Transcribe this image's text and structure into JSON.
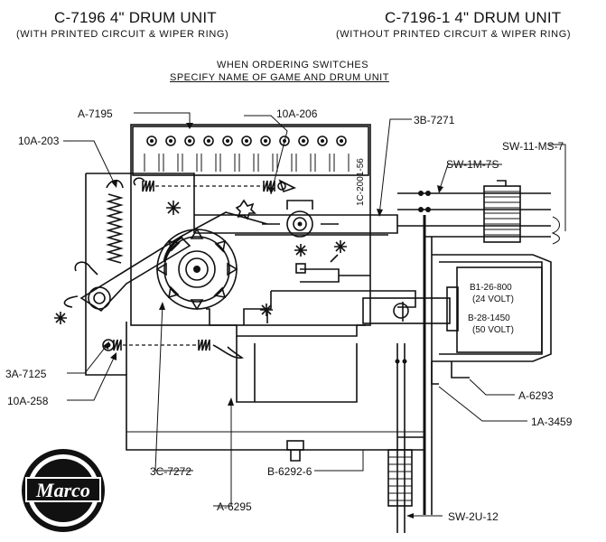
{
  "header": {
    "left_title": "C-7196  4\" DRUM UNIT",
    "left_sub": "(WITH PRINTED CIRCUIT & WIPER RING)",
    "right_title": "C-7196-1  4\" DRUM UNIT",
    "right_sub": "(WITHOUT PRINTED CIRCUIT & WIPER RING)",
    "note_line1": "WHEN ORDERING SWITCHES",
    "note_line2": "SPECIFY NAME OF GAME AND DRUM UNIT"
  },
  "labels": {
    "a7195": "A-7195",
    "a10_206": "10A-206",
    "b3_7271": "3B-7271",
    "sw11": "SW-11-MS-7",
    "sw1m": "SW-1M-7S",
    "a10_203": "10A-203",
    "board_code": "1C-2001-56",
    "coil1": "B1-26-800",
    "coil1_v": "(24 VOLT)",
    "coil2": "B-28-1450",
    "coil2_v": "(50 VOLT)",
    "a3_7125": "3A-7125",
    "a10_258": "10A-258",
    "a6293": "A-6293",
    "a1_3459": "1A-3459",
    "c3_7272": "3C-7272",
    "b6292": "B-6292-6",
    "a6295": "A-6295",
    "sw2u": "SW-2U-12"
  },
  "logo": {
    "text": "Marco"
  }
}
